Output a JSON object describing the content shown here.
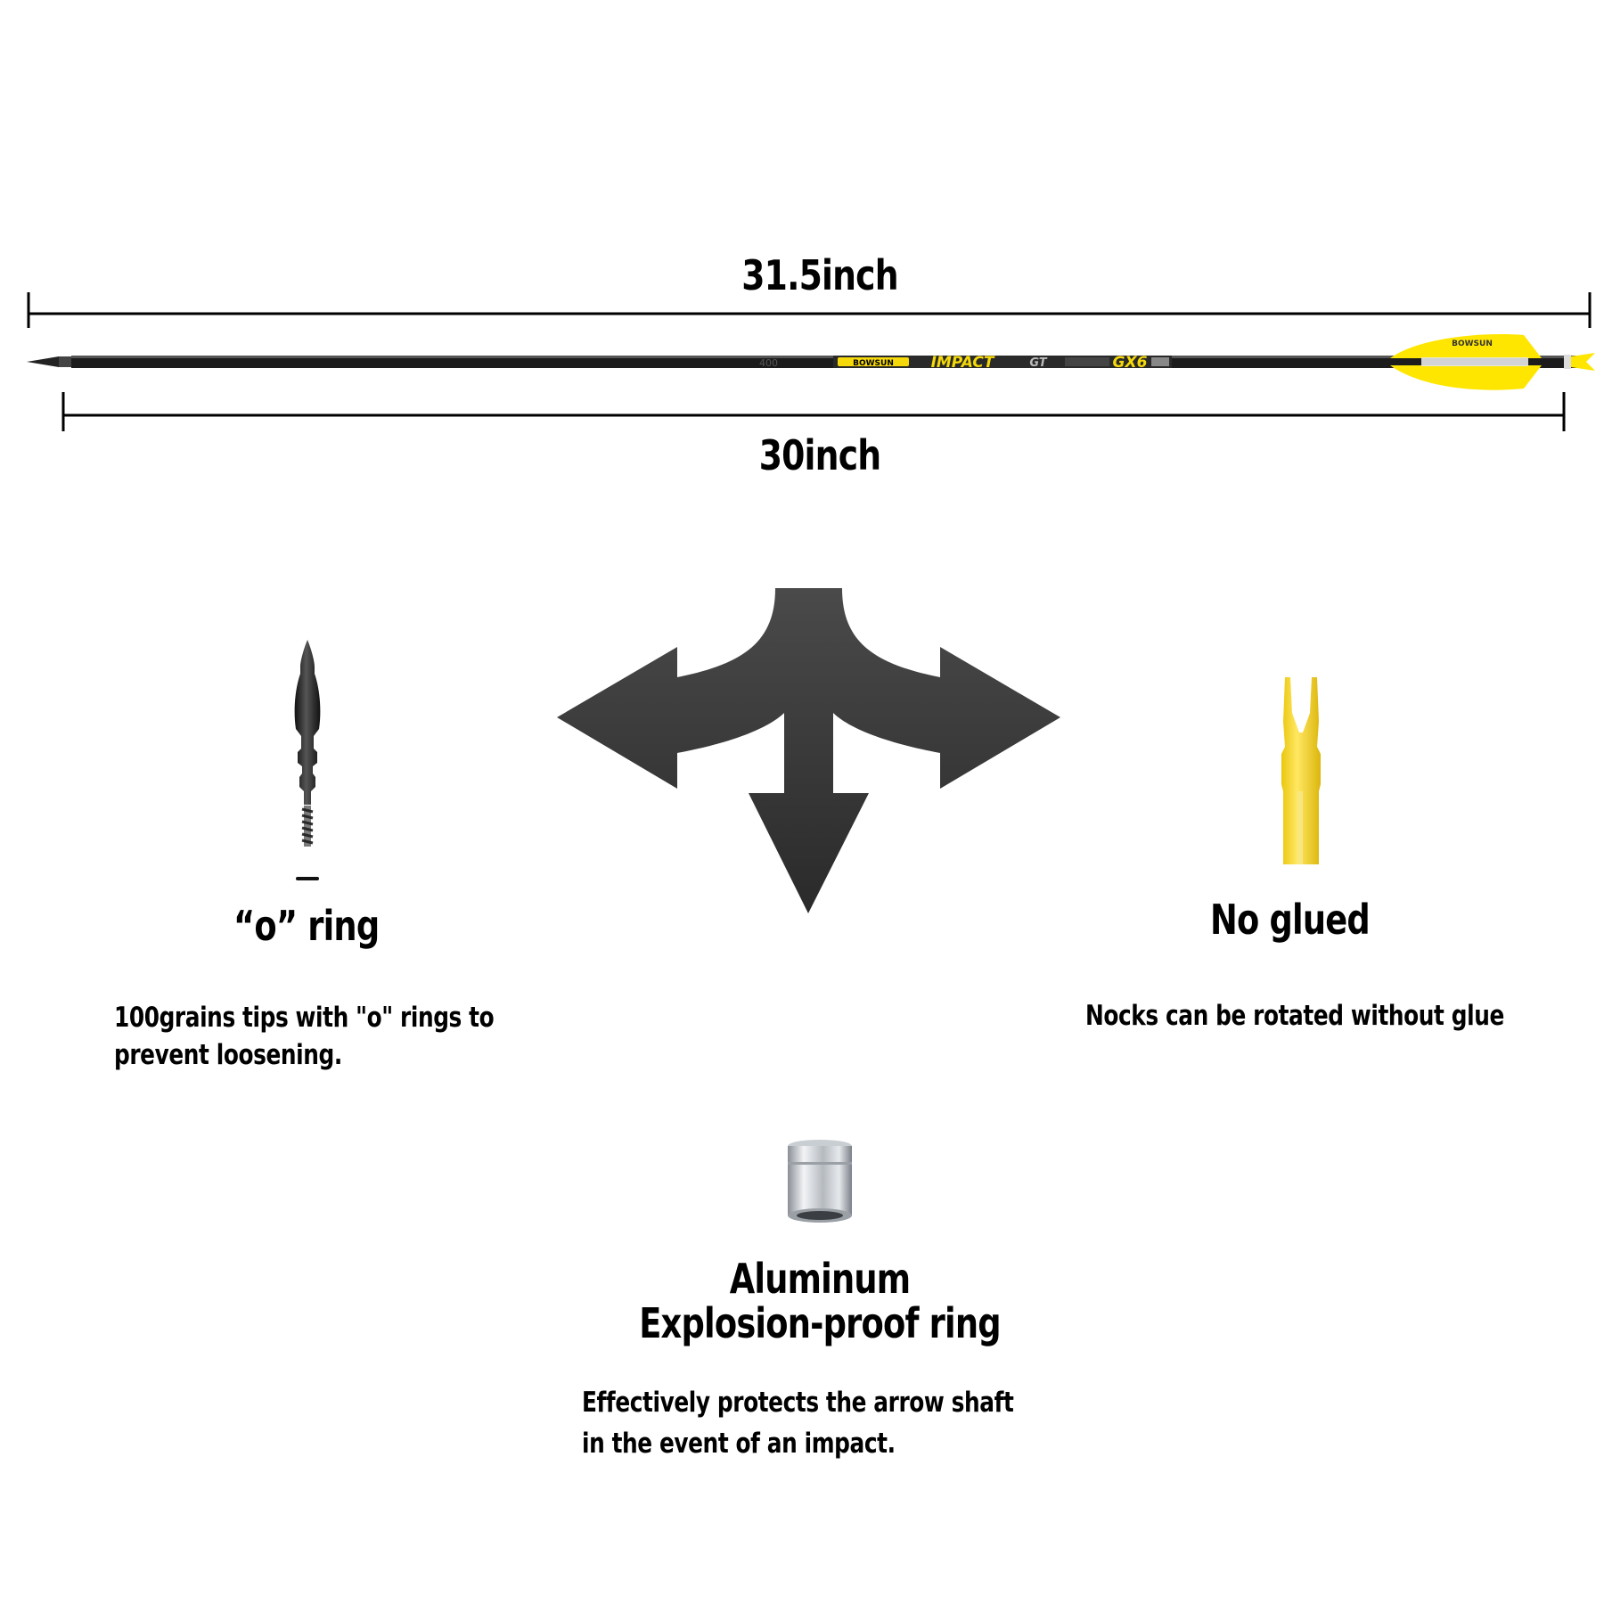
{
  "dimensions": {
    "total_length": "31.5inch",
    "shaft_length": "30inch"
  },
  "arrow": {
    "shaft_brand": "BOWSUN",
    "shaft_model": "IMPACT",
    "shaft_series": "GT",
    "shaft_code": "GX6",
    "spine": "400",
    "fletch_brand": "BOWSUN",
    "colors": {
      "shaft": "#1c1c1c",
      "accent": "#f5d90a",
      "fletch": "#ffe600"
    }
  },
  "features": {
    "tip": {
      "title": "“o” ring",
      "desc_line1": "100grains tips with \"o\" rings to",
      "desc_line2": "prevent loosening."
    },
    "nock": {
      "title": "No glued",
      "desc": "Nocks can be rotated without glue"
    },
    "insert": {
      "title_line1": "Aluminum",
      "title_line2": "Explosion-proof ring",
      "desc_line1": "Effectively protects the arrow shaft",
      "desc_line2": "in the event of an impact."
    }
  },
  "icons": {
    "direction": "three-way-arrow-icon",
    "tip": "field-point-icon",
    "nock": "nock-icon",
    "insert": "aluminum-ring-icon"
  }
}
